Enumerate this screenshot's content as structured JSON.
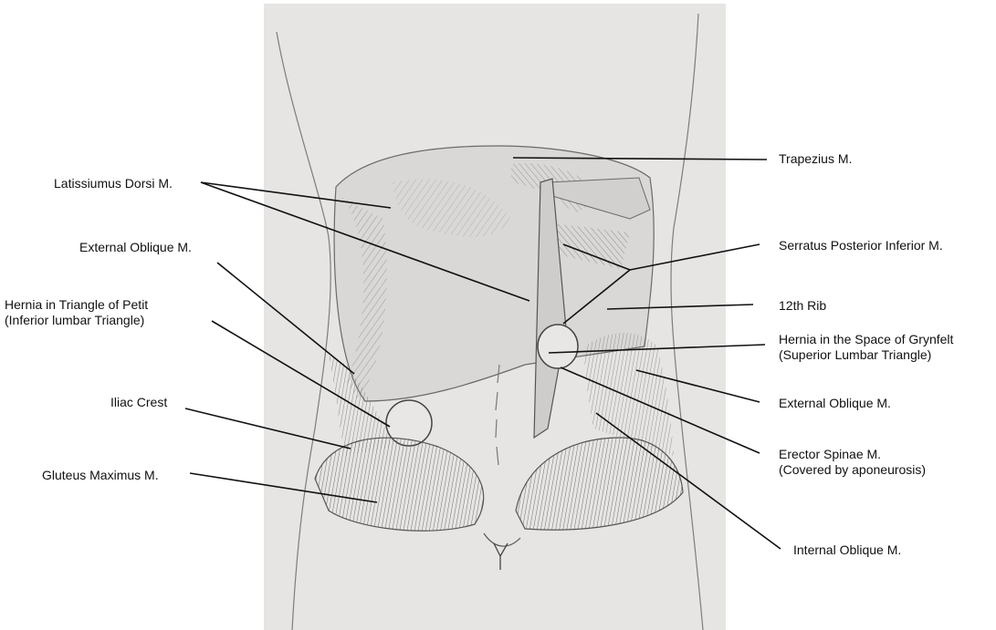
{
  "labels": {
    "trapezius": "Trapezius M.",
    "latissimus": "Latissiumus Dorsi M.",
    "ext_oblique_left": "External Oblique M.",
    "serratus": "Serratus Posterior Inferior M.",
    "rib12": "12th Rib",
    "hernia_petit_line1": "Hernia in Triangle of Petit",
    "hernia_petit_line2": "(Inferior lumbar Triangle)",
    "hernia_grynfelt_line1": "Hernia in the Space of Grynfelt",
    "hernia_grynfelt_line2": "(Superior Lumbar Triangle)",
    "iliac_crest": "Iliac Crest",
    "ext_oblique_right": "External Oblique M.",
    "erector_line1": "Erector Spinae M.",
    "erector_line2": "(Covered by aponeurosis)",
    "gluteus": "Gluteus Maximus M.",
    "internal_oblique": "Internal Oblique M."
  },
  "colors": {
    "paper": "#e8e6e4",
    "pencil": "#6a6a6a",
    "pencil_light": "#9a9a9a",
    "leader": "#111111",
    "text": "#111111"
  }
}
